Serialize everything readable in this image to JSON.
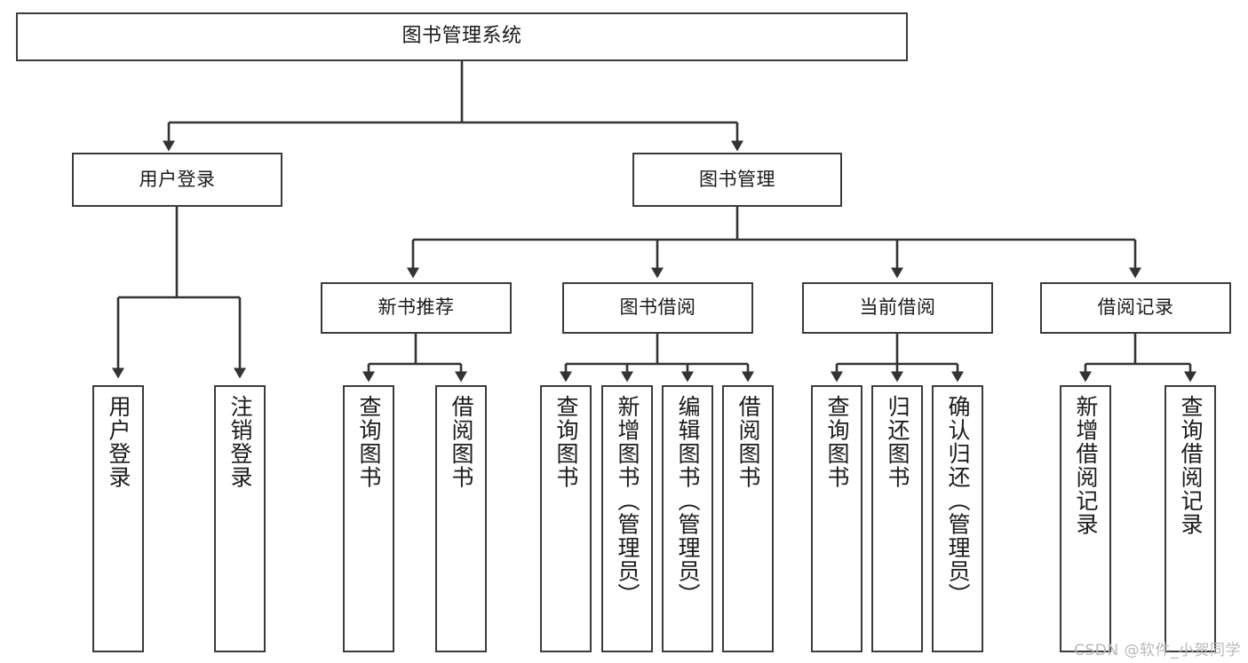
{
  "diagram": {
    "type": "tree-hierarchy-chart",
    "title": "图书管理系统",
    "watermark": "CSDN @软件_小贺同学",
    "colors": {
      "box_border": "#3b3b3b",
      "box_fill": "#ffffff",
      "connector": "#333333",
      "text": "#1a1a1a",
      "watermark": "#b9b9b9",
      "background": "#ffffff"
    },
    "root": {
      "label": "图书管理系统"
    },
    "level2": [
      {
        "label": "用户登录"
      },
      {
        "label": "图书管理"
      }
    ],
    "level3": [
      {
        "label": "新书推荐"
      },
      {
        "label": "图书借阅"
      },
      {
        "label": "当前借阅"
      },
      {
        "label": "借阅记录"
      }
    ],
    "leaves": {
      "user_login": [
        {
          "label": "用户登录"
        },
        {
          "label": "注销登录"
        }
      ],
      "new_book_recommend": [
        {
          "label": "查询图书"
        },
        {
          "label": "借阅图书"
        }
      ],
      "book_borrow": [
        {
          "label": "查询图书"
        },
        {
          "label": "新增图书（管理员）"
        },
        {
          "label": "编辑图书（管理员）"
        },
        {
          "label": "借阅图书"
        }
      ],
      "current_borrow": [
        {
          "label": "查询图书"
        },
        {
          "label": "归还图书"
        },
        {
          "label": "确认归还（管理员）"
        }
      ],
      "borrow_record": [
        {
          "label": "新增借阅记录"
        },
        {
          "label": "查询借阅记录"
        }
      ]
    }
  }
}
